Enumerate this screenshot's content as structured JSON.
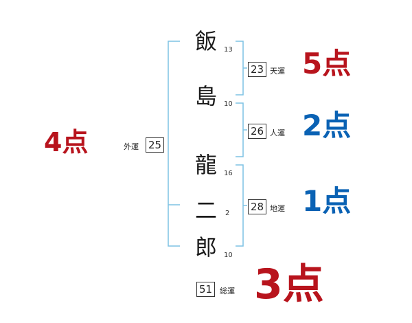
{
  "name_chars": [
    {
      "char": "飯",
      "strokes": "13"
    },
    {
      "char": "島",
      "strokes": "10"
    },
    {
      "char": "龍",
      "strokes": "16"
    },
    {
      "char": "二",
      "strokes": "2"
    },
    {
      "char": "郎",
      "strokes": "10"
    }
  ],
  "fortunes": {
    "ten": {
      "label": "天運",
      "value": "23",
      "score": "5点"
    },
    "jin": {
      "label": "人運",
      "value": "26",
      "score": "2点"
    },
    "chi": {
      "label": "地運",
      "value": "28",
      "score": "1点"
    },
    "gai": {
      "label": "外運",
      "value": "25",
      "score": "4点"
    },
    "so": {
      "label": "総運",
      "value": "51",
      "score": "3点"
    }
  },
  "colors": {
    "bracket": "#7dc2e4",
    "score_red": "#b8141d",
    "score_blue": "#0a62b4"
  }
}
